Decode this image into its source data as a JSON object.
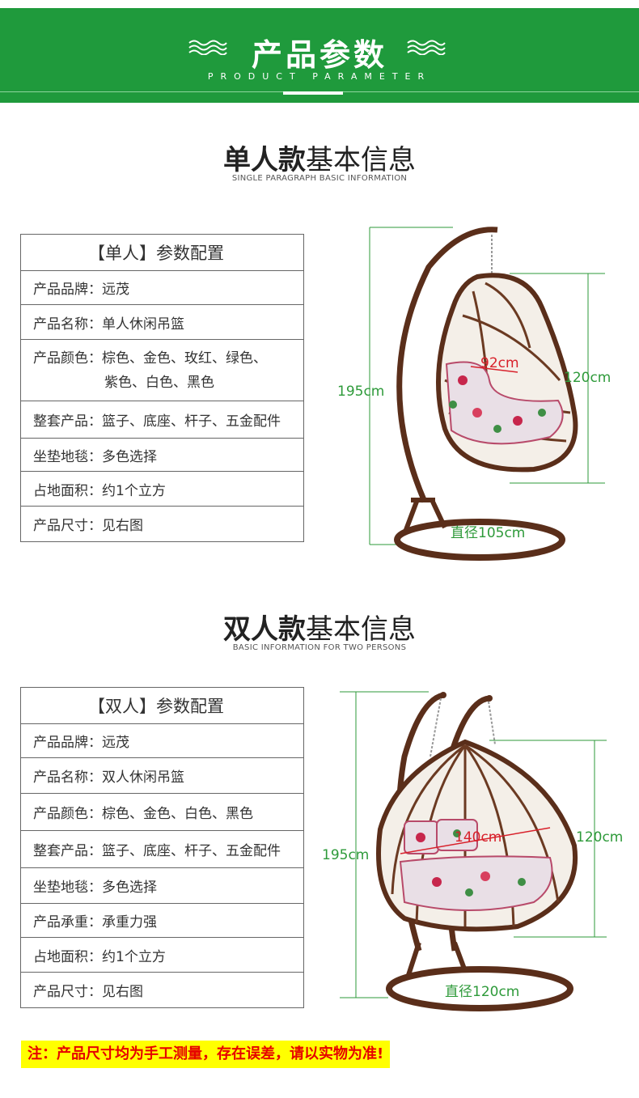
{
  "banner": {
    "title": "产品参数",
    "subtitle": "PRODUCT PARAMETER",
    "bg_color": "#1f9a3c"
  },
  "single": {
    "title_bold": "单人款",
    "title_light": "基本信息",
    "subtitle": "SINGLE PARAGRAPH BASIC INFORMATION",
    "table_header": "【单人】参数配置",
    "rows": [
      "产品品牌：远茂",
      "产品名称：单人休闲吊篮",
      "产品颜色：棕色、金色、玫红、绿色、",
      "紫色、白色、黑色",
      "整套产品：篮子、底座、杆子、五金配件",
      "坐垫地毯：多色选择",
      "占地面积：约1个立方",
      "产品尺寸：见右图"
    ],
    "dims": {
      "height": "195cm",
      "basket_height": "120cm",
      "width": "92cm",
      "base": "直径105cm"
    }
  },
  "double": {
    "title_bold": "双人款",
    "title_light": "基本信息",
    "subtitle": "BASIC INFORMATION FOR TWO PERSONS",
    "table_header": "【双人】参数配置",
    "rows": [
      "产品品牌：远茂",
      "产品名称：双人休闲吊篮",
      "产品颜色：棕色、金色、白色、黑色",
      "整套产品：篮子、底座、杆子、五金配件",
      "坐垫地毯：多色选择",
      "产品承重：承重力强",
      "占地面积：约1个立方",
      "产品尺寸：见右图"
    ],
    "dims": {
      "height": "195cm",
      "basket_height": "120cm",
      "width": "140cm",
      "base": "直径120cm"
    }
  },
  "note": "注：产品尺寸均为手工测量，存在误差，请以实物为准!",
  "colors": {
    "dim_green": "#2e9a3a",
    "dim_red": "#d8202a",
    "frame_brown": "#5a2e1a"
  }
}
